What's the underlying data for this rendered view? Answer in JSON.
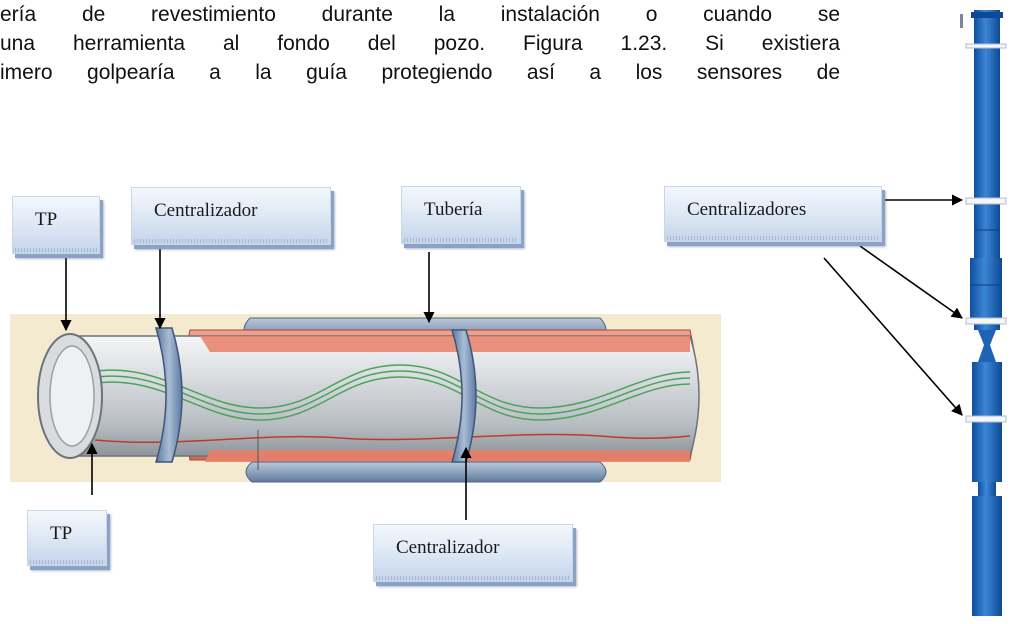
{
  "paragraph": {
    "lines": [
      "ería de revestimiento durante la instalación o cuando se",
      "una herramienta al fondo del pozo. Figura 1.23. Si existiera",
      "imero golpearía a la guía protegiendo así a los sensores de"
    ]
  },
  "labels": {
    "tp_top": "TP",
    "centralizador_top": "Centralizador",
    "tuberia": "Tubería",
    "tp_bottom": "TP",
    "centralizador_bottom": "Centralizador",
    "centralizadores": "Centralizadores"
  },
  "colors": {
    "background_panel": "#f3ead0",
    "pipe_gray": "#c9cdd2",
    "salmon": "#e8806a",
    "blue_sheath": "#7f97b4",
    "ring_blue": "#7c95b6",
    "tool_blue": "#1e63b6",
    "label_fill": "#dbe6f4"
  }
}
